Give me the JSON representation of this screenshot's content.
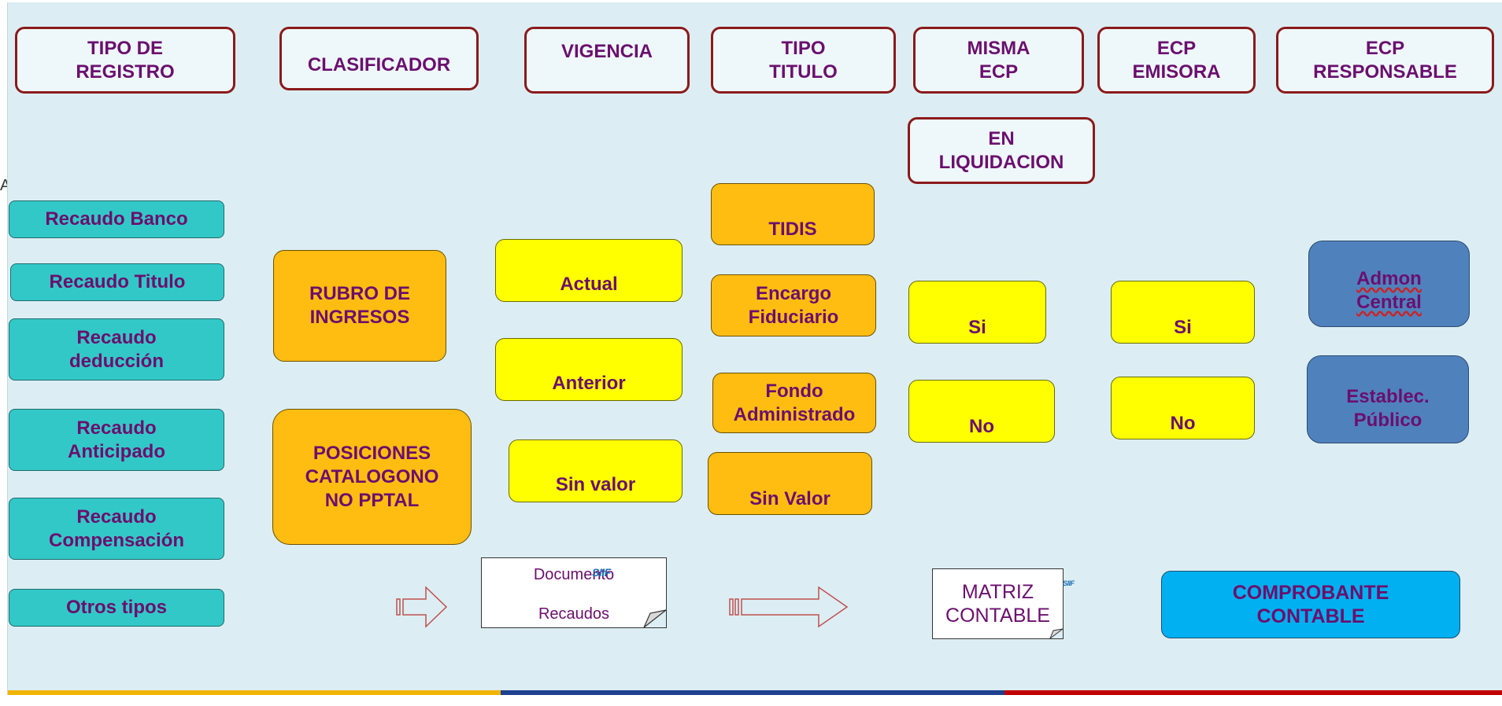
{
  "headers": {
    "tipo_registro": [
      "TIPO DE",
      "REGISTRO"
    ],
    "clasificador": "CLASIFICADOR",
    "vigencia": "VIGENCIA",
    "tipo_titulo": [
      "TIPO",
      "TITULO"
    ],
    "misma_ecp": [
      "MISMA",
      "ECP"
    ],
    "ecp_emisora": [
      "ECP",
      "EMISORA"
    ],
    "ecp_responsable": [
      "ECP",
      "RESPONSABLE"
    ],
    "en_liquidacion": [
      "EN",
      "LIQUIDACION"
    ]
  },
  "tipo_registro": {
    "recaudo_banco": "Recaudo Banco",
    "recaudo_titulo": "Recaudo Titulo",
    "recaudo_deduccion": [
      "Recaudo",
      "deducción"
    ],
    "recaudo_anticipado": [
      "Recaudo",
      "Anticipado"
    ],
    "recaudo_compensacion": [
      "Recaudo",
      "Compensación"
    ],
    "otros_tipos": "Otros tipos"
  },
  "clasificador": {
    "rubro": [
      "RUBRO DE",
      "INGRESOS"
    ],
    "posiciones": [
      "POSICIONES",
      "CATALOGONO",
      "NO PPTAL"
    ]
  },
  "vigencia": {
    "actual": "Actual",
    "anterior": "Anterior",
    "sin_valor": "Sin valor"
  },
  "tipo_titulo": {
    "tidis": "TIDIS",
    "encargo": [
      "Encargo",
      "Fiduciario"
    ],
    "fondo": [
      "Fondo",
      "Administrado"
    ],
    "sin_valor": "Sin Valor"
  },
  "misma_ecp": {
    "si": "Si",
    "no": "No"
  },
  "ecp_emisora": {
    "si": "Si",
    "no": "No"
  },
  "ecp_responsable": {
    "admon": [
      "Admon",
      "Central"
    ],
    "establec": [
      "Establec.",
      "Público"
    ]
  },
  "documento": {
    "line1": "Documento",
    "line2": "Recaudos",
    "logo": "SIIF"
  },
  "matriz": {
    "line1": "MATRIZ",
    "line2": "CONTABLE",
    "logo": "SIIF"
  },
  "comprobante": [
    "COMPROBANTE",
    "CONTABLE"
  ],
  "edge_mark": "A",
  "colors": {
    "header_border": "#8b1a1a",
    "text": "#6b0f6e",
    "cyan": "#33c8c8",
    "orange": "#ffbd12",
    "yellow": "#ffff00",
    "blue": "#4f81bd",
    "comprobante": "#00b0f0"
  }
}
